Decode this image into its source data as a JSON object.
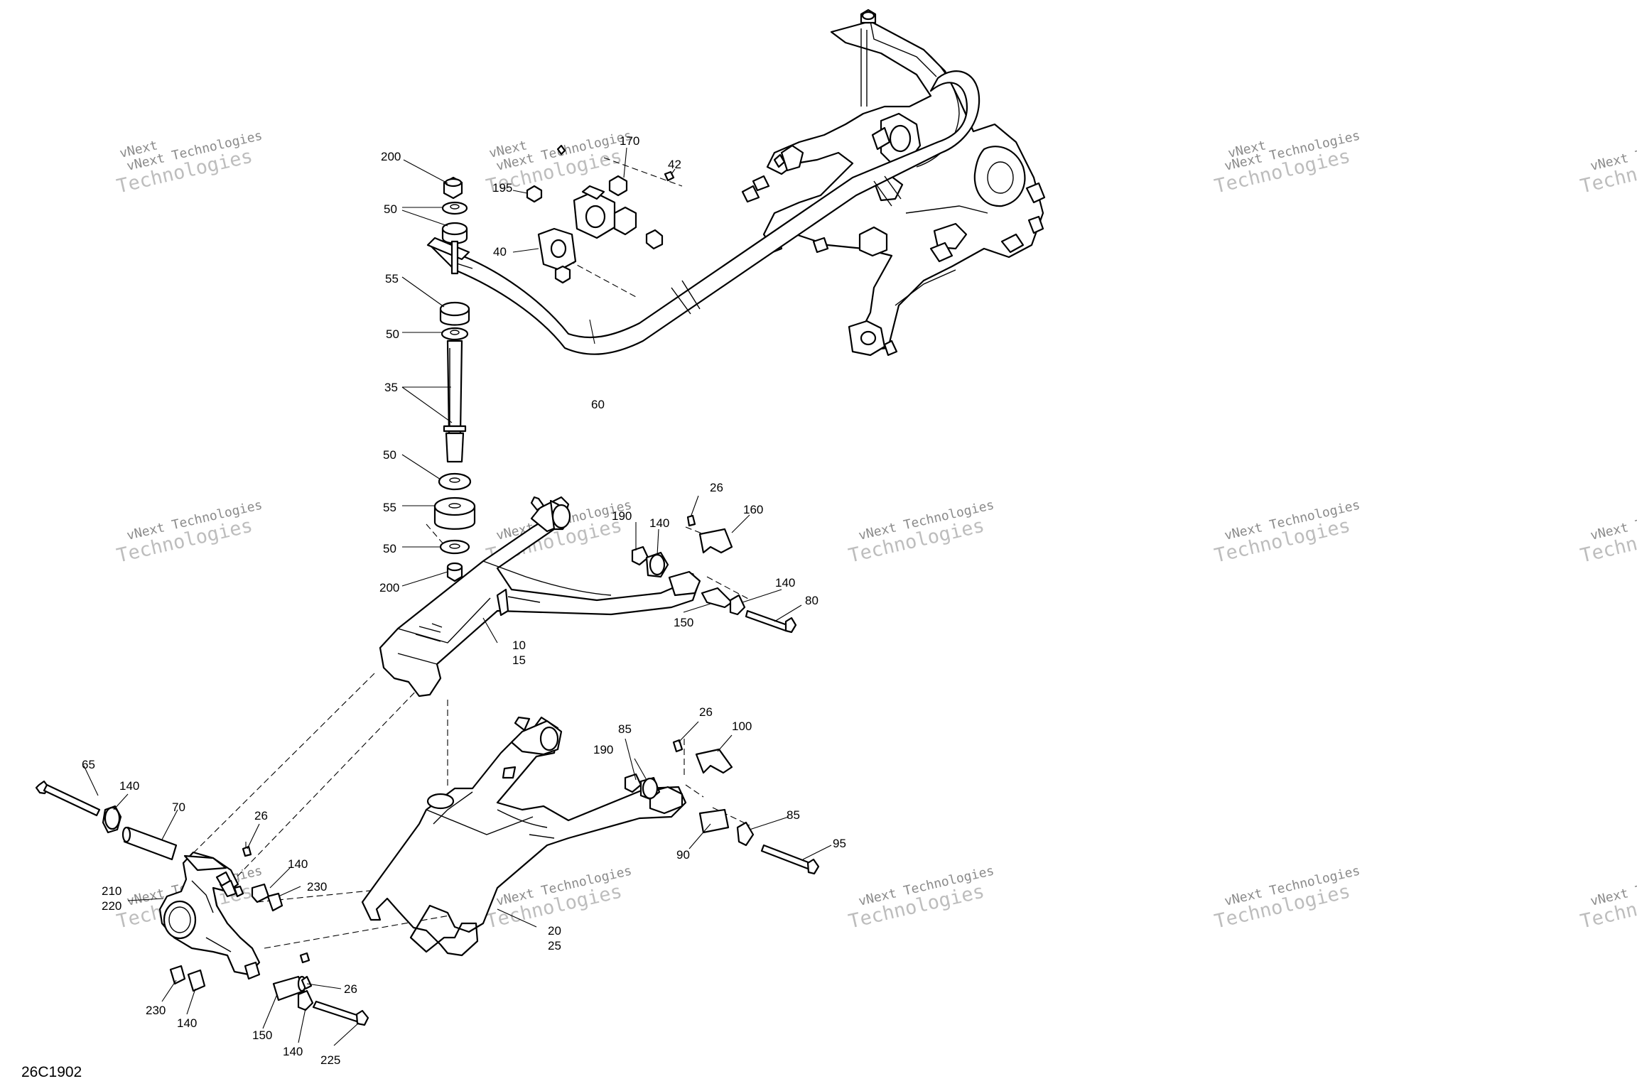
{
  "diagram_code": "26C1902",
  "watermark": {
    "line1": "vNext Technologies",
    "line2": "Technologies",
    "corner": "vNext"
  },
  "callouts": {
    "c200a": "200",
    "c50a": "50",
    "c55a": "55",
    "c50b": "50",
    "c35": "35",
    "c50c": "50",
    "c55b": "55",
    "c50d": "50",
    "c200b": "200",
    "c195": "195",
    "c40": "40",
    "c170": "170",
    "c42": "42",
    "c60": "60",
    "c26a": "26",
    "c190a": "190",
    "c140a": "140",
    "c160": "160",
    "c140b": "140",
    "c80": "80",
    "c150a": "150",
    "c10": "10",
    "c15": "15",
    "c26b": "26",
    "c85a": "85",
    "c190b": "190",
    "c100": "100",
    "c85b": "85",
    "c95": "95",
    "c90": "90",
    "c20": "20",
    "c25": "25",
    "c65": "65",
    "c140c": "140",
    "c70": "70",
    "c26c": "26",
    "c140d": "140",
    "c230a": "230",
    "c210": "210",
    "c220": "220",
    "c230b": "230",
    "c140e": "140",
    "c150b": "150",
    "c140f": "140",
    "c26d": "26",
    "c225": "225"
  }
}
